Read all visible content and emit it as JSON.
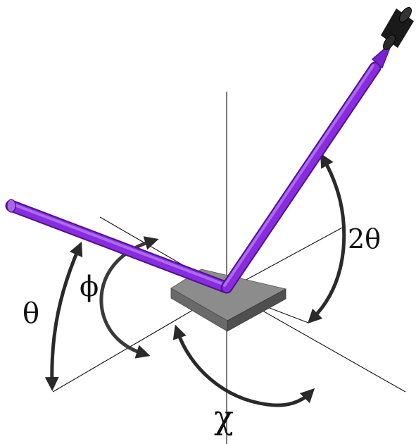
{
  "labels": {
    "theta": "θ",
    "phi": "ϕ",
    "two_theta": "2θ",
    "chi": "χ"
  },
  "colors": {
    "beam": "#8a2be2",
    "beam_dark": "#5a1a9e",
    "beam_light": "#b27cf0",
    "axis_line": "#111111",
    "arrow": "#2a2a2a",
    "sample_top": "#8c8c8c",
    "sample_side": "#5e5e5e",
    "detector": "#1a1a1a"
  }
}
